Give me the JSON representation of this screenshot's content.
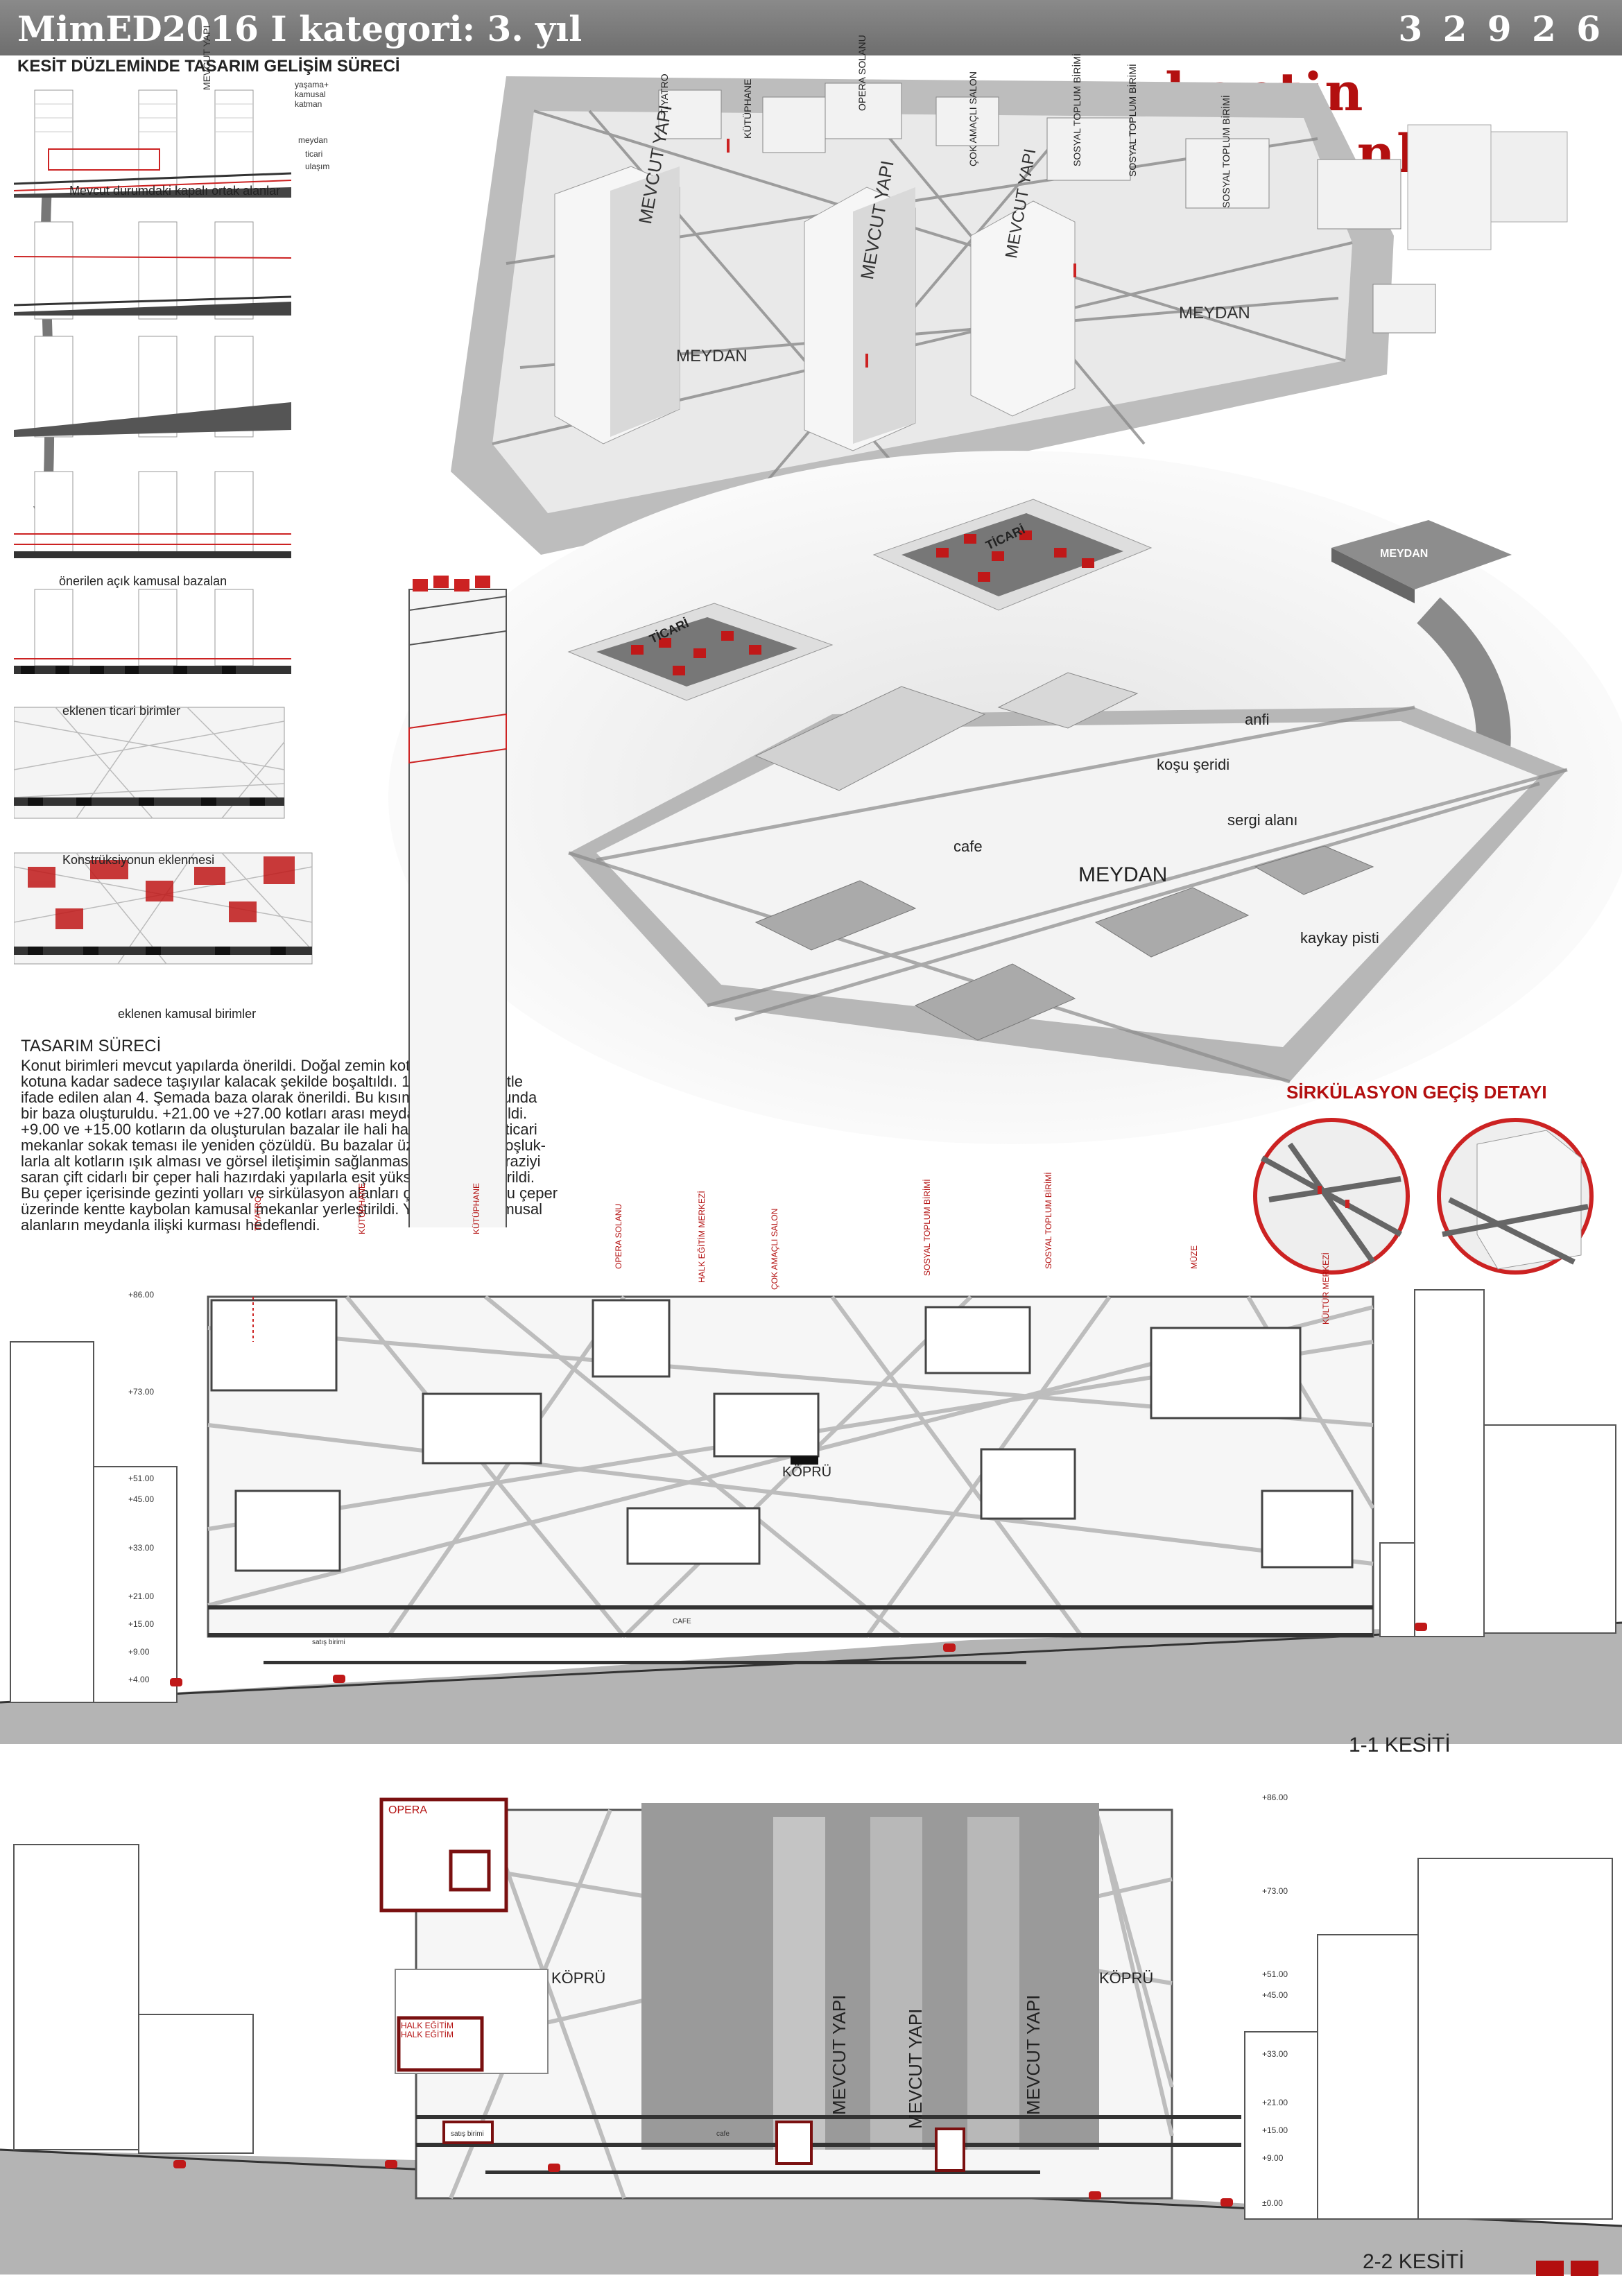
{
  "header": {
    "title": "MimED2016 I kategori: 3. yıl",
    "code": "3 2 9 2 6"
  },
  "poster_title": "kentin katmanları",
  "process": {
    "title": "KESİT DÜZLEMİNDE TASARIM GELİŞİM SÜRECİ",
    "row_labels": [
      "yaşama+\nkamusal\nkatman",
      "meydan",
      "ticari",
      "ulaşım"
    ],
    "existing_label": "MEVCUT YAPI",
    "captions": [
      "Mevcut durumdaki kapalı ortak alanlar",
      "önerilen açık kamusal bazalan",
      "eklenen ticari birimler",
      "Konstrüksiyonun eklenmesi",
      "eklenen kamusal birimler"
    ]
  },
  "text": {
    "heading": "TASARIM SÜRECİ",
    "lines": [
      " Konut birimleri mevcut yapılarda önerildi. Doğal zemin kotundan +27.00",
      "kotuna kadar sadece taşıyılar kalacak şekilde boşaltıldı. 1. Şemada kesitle",
      "ifade edilen alan 4. Şemada baza olarak önerildi. Bu kısımda+21.00 kotunda",
      "bir baza oluşturuldu. +21.00 ve +27.00 kotları arası meydan olarak önerildi.",
      "+9.00 ve +15.00 kotların da oluşturulan bazalar ile hali hazırda bulunan ticari",
      "mekanlar sokak teması ile yeniden çözüldü. Bu bazalar üzerine açılan boşluk-",
      "larla alt kotların ışık alması ve görsel iletişimin sağlanması hedeflendi. Araziyi",
      "saran çift cidarlı bir çeper hali hazırdaki yapılarla eşit yükseklikte yerleştirildi.",
      "Bu çeper içerisinde gezinti yolları ve sirkülasyon alanları çözüldü. Yine bu çeper",
      "üzerinde kentte kaybolan kamusal mekanlar yerleştirildi. Yerleştirilen kamusal",
      "alanların meydanla ilişki kurması hedeflendi."
    ]
  },
  "top_perspective": {
    "buildings": [
      "MEVCUT YAPI",
      "MEVCUT YAPI",
      "MEVCUT YAPI"
    ],
    "squares": [
      "MEYDAN",
      "MEYDAN"
    ],
    "tags": [
      "TİYATRO",
      "KÜTÜPHANE",
      "OPERA SOLANU",
      "ÇOK AMAÇLI SALON",
      "SOSYAL TOPLUM BİRİMİ",
      "SOSYAL TOPLUM BİRİMİ",
      "SOSYAL TOPLUM BİRİMİ"
    ]
  },
  "layers": {
    "meydan": "MEYDAN",
    "ticari_1": "TİCARİ",
    "ticari_2": "TİCARİ"
  },
  "main_perspective": {
    "labels": [
      "anfi",
      "koşu şeridi",
      "sergi alanı",
      "cafe",
      "MEYDAN",
      "kaykay pisti"
    ]
  },
  "circulation": {
    "title": "SİRKÜLASYON GEÇİŞ DETAYI"
  },
  "section1": {
    "title": "1-1 KESİTİ",
    "tags": [
      "TİYATRO",
      "KÜTÜPHANE",
      "KÜTÜPHANE",
      "OPERA SOLANU",
      "HALK EĞİTİM MERKEZİ",
      "ÇOK AMAÇLI SALON",
      "SOSYAL TOPLUM BİRİMİ",
      "SOSYAL TOPLUM BİRİMİ",
      "MÜZE",
      "KÜLTÜR MERKEZİ"
    ],
    "bridge": "KÖPRÜ",
    "cafe": "CAFE",
    "levels": [
      "+86.00",
      "+73.00",
      "+51.00",
      "+45.00",
      "+33.00",
      "+21.00",
      "+15.00",
      "+9.00",
      "+4.00"
    ],
    "shop": "satış birimi"
  },
  "section2": {
    "title": "2-2 KESİTİ",
    "opera": "OPERA",
    "halk": "HALK EĞİTİM\nHALK EĞİTİM",
    "bridge_left": "KÖPRÜ",
    "bridge_right": "KÖPRÜ",
    "existing": [
      "MEVCUT YAPI",
      "MEVCUT YAPI",
      "MEVCUT YAPI"
    ],
    "levels": [
      "+86.00",
      "+73.00",
      "+51.00",
      "+45.00",
      "+33.00",
      "+21.00",
      "+15.00",
      "+9.00",
      "±0.00"
    ],
    "cafe": "cafe",
    "shop": "satış birimi"
  },
  "colors": {
    "accent": "#b30f0f",
    "header": "#7a7a7a"
  }
}
